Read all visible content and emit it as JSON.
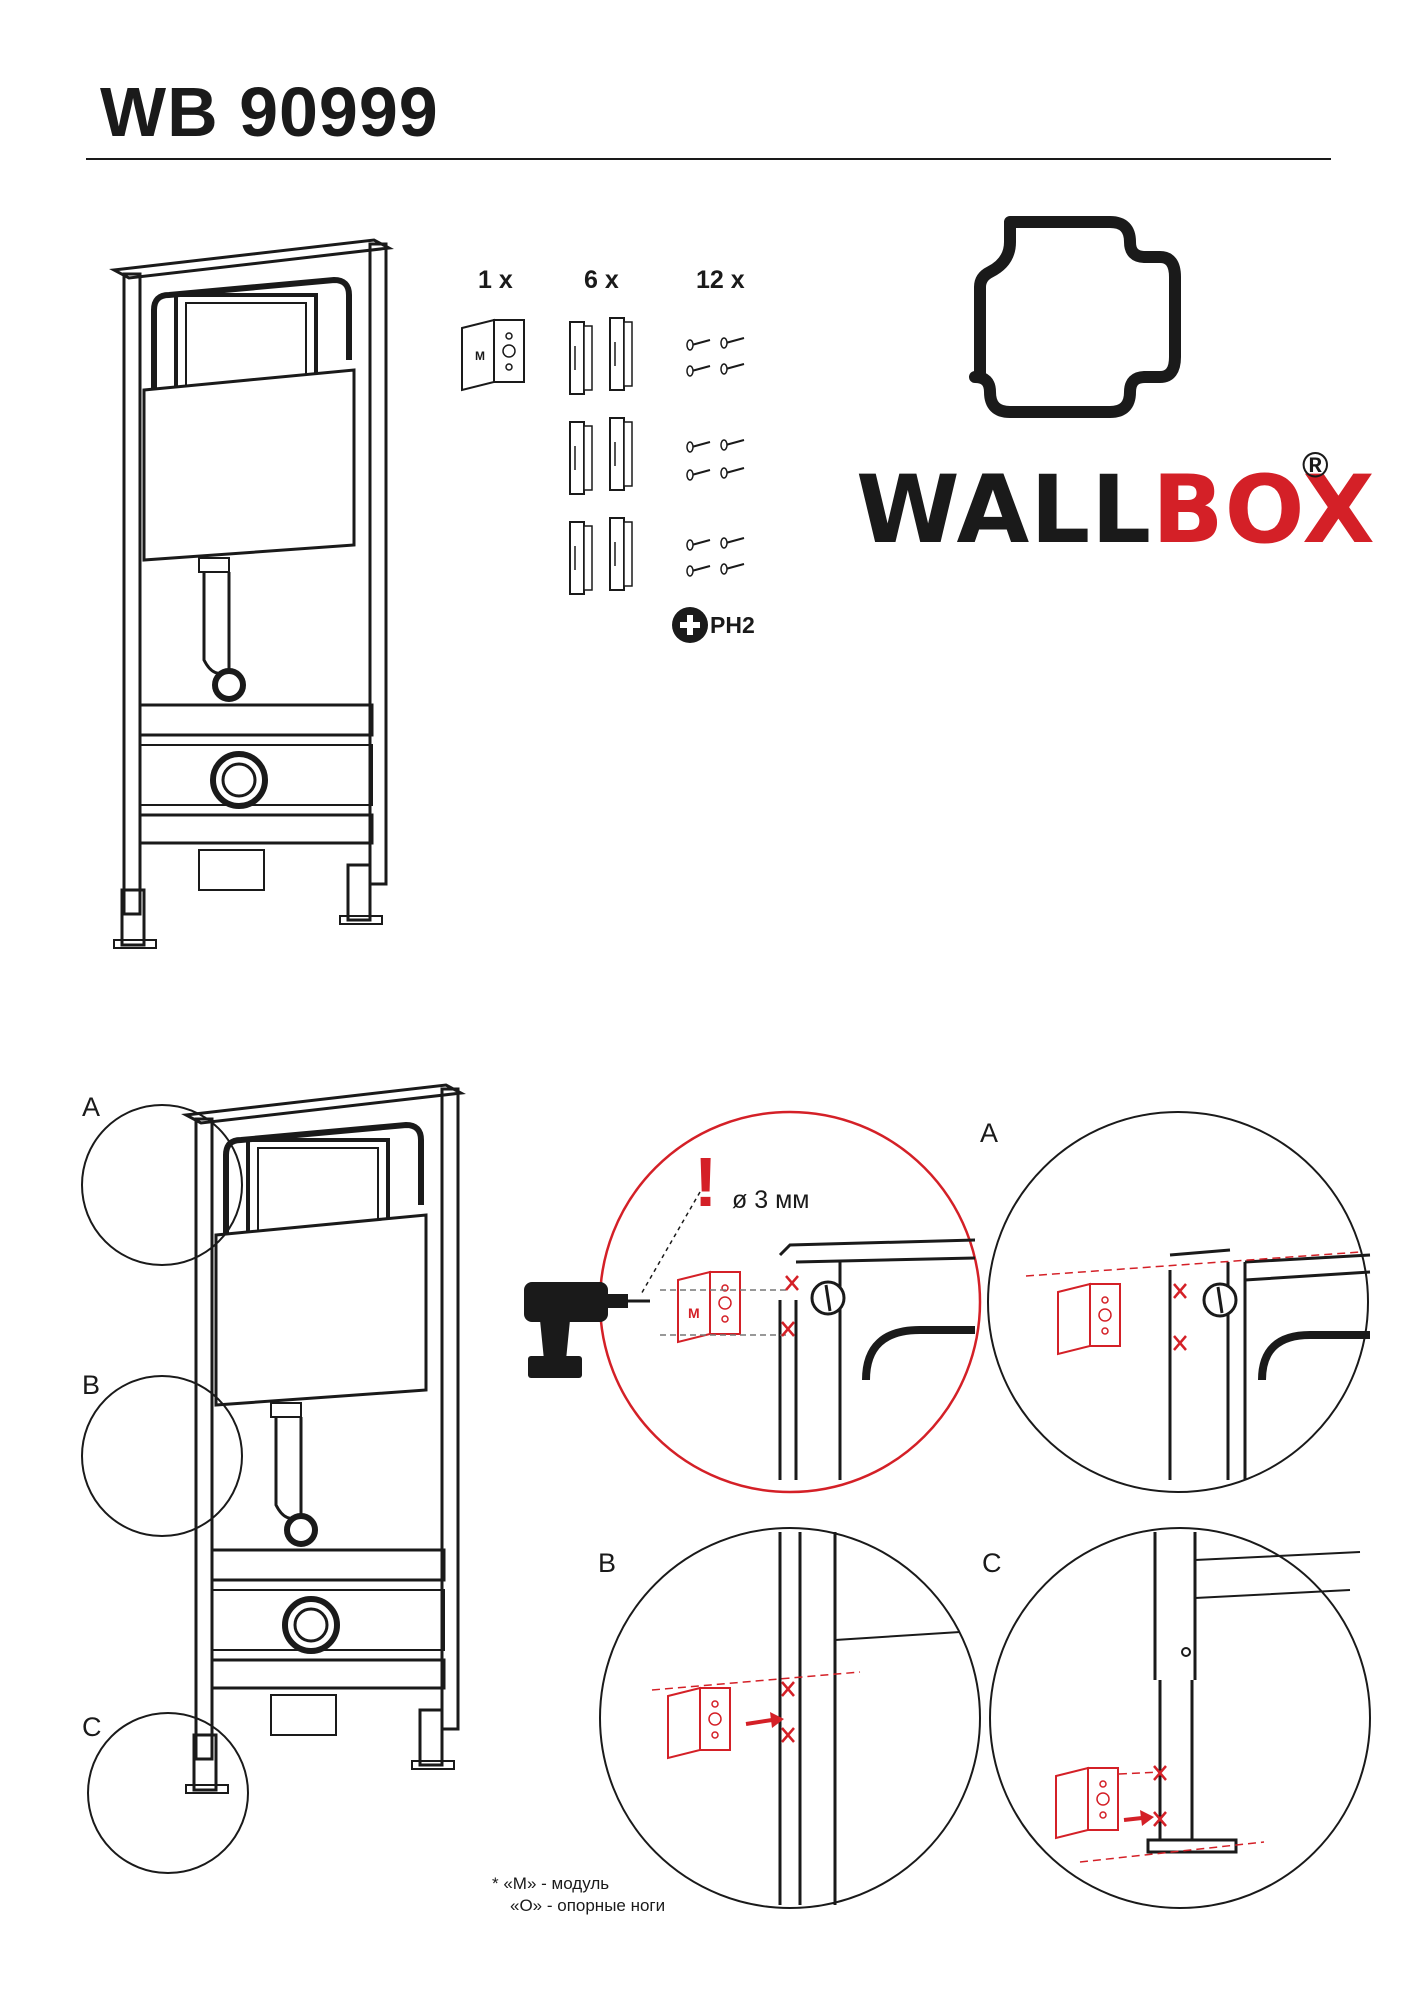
{
  "header": {
    "model": "WB 90999"
  },
  "kit": {
    "qty_bracket": "1 x",
    "qty_clips": "6 x",
    "qty_screws": "12 x",
    "screwdriver": "PH2"
  },
  "logo": {
    "part1": "WALL",
    "part2": "BOX",
    "registered": "®"
  },
  "callouts": {
    "a": "A",
    "b": "B",
    "c": "C"
  },
  "drill": {
    "mark": "!",
    "note": "ø 3 мм"
  },
  "bracket_letter": "M",
  "footnote": {
    "line1": "*  «М» - модуль",
    "line2": "«О» - опорные ноги"
  },
  "colors": {
    "accent": "#d42027",
    "ink": "#1a1a1a"
  }
}
